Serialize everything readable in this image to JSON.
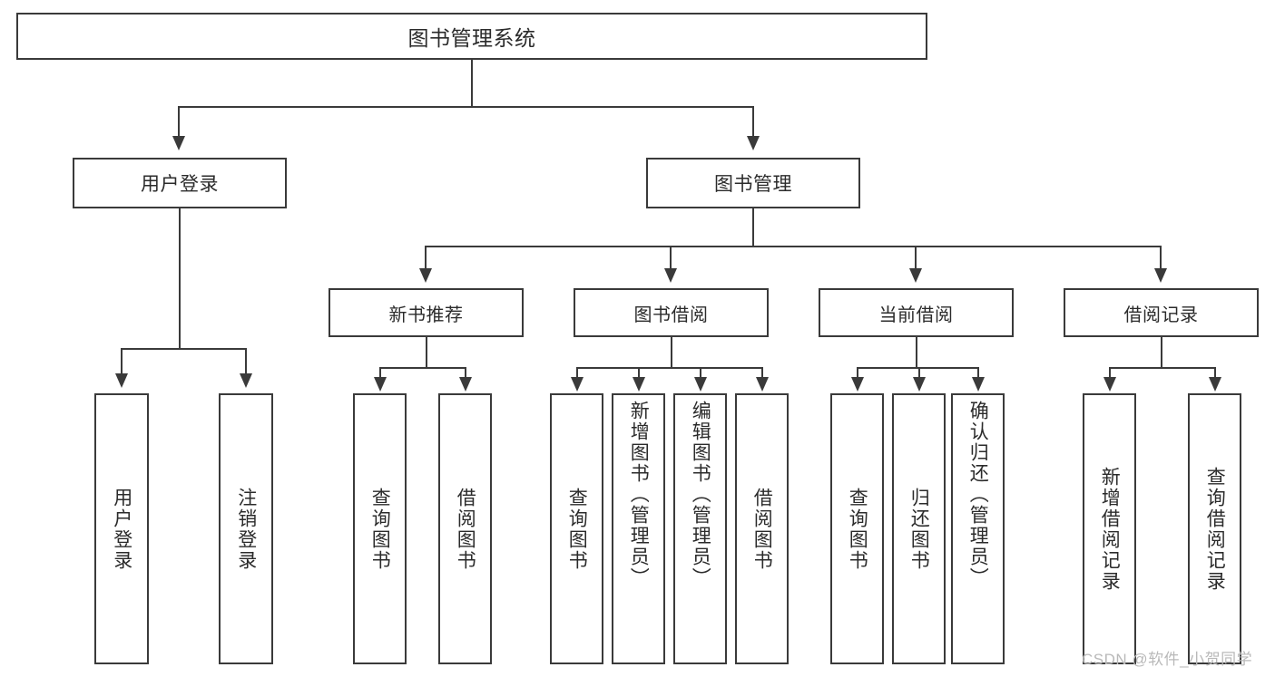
{
  "diagram": {
    "title": "图书管理系统",
    "type": "tree",
    "watermark": "CSDN @软件_小贺同学",
    "colors": {
      "border": "#3a3a3a",
      "text": "#2b2b2b",
      "background": "#ffffff",
      "watermark": "#b9b9b9"
    },
    "nodes": {
      "root": {
        "label": "图书管理系统"
      },
      "level1": [
        {
          "label": "用户登录"
        },
        {
          "label": "图书管理"
        }
      ],
      "level2": [
        {
          "label": "新书推荐"
        },
        {
          "label": "图书借阅"
        },
        {
          "label": "当前借阅"
        },
        {
          "label": "借阅记录"
        }
      ],
      "leaves": {
        "user_login": [
          {
            "label": "用户登录"
          },
          {
            "label": "注销登录"
          }
        ],
        "new_book": [
          {
            "label": "查询图书"
          },
          {
            "label": "借阅图书"
          }
        ],
        "borrow_book": [
          {
            "label": "查询图书"
          },
          {
            "label": "新增图书（管理员）"
          },
          {
            "label": "编辑图书（管理员）"
          },
          {
            "label": "借阅图书"
          }
        ],
        "current_borrow": [
          {
            "label": "查询图书"
          },
          {
            "label": "归还图书"
          },
          {
            "label": "确认归还（管理员）"
          }
        ],
        "borrow_record": [
          {
            "label": "新增借阅记录"
          },
          {
            "label": "查询借阅记录"
          }
        ]
      }
    }
  }
}
